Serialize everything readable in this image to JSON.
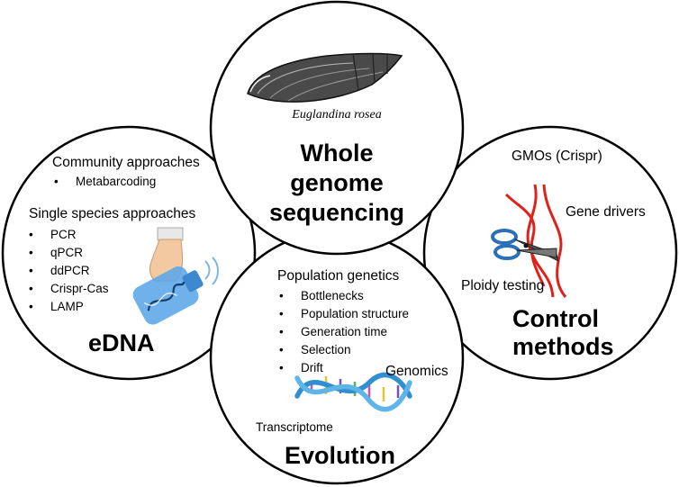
{
  "whole_genome": {
    "species_caption": "Euglandina rosea",
    "title_line1": "Whole",
    "title_line2": "genome",
    "title_line3": "sequencing"
  },
  "edna": {
    "community_heading": "Community approaches",
    "community_items": [
      "Metabarcoding"
    ],
    "single_heading": "Single species approaches",
    "single_items": [
      "PCR",
      "qPCR",
      "ddPCR",
      "Crispr-Cas",
      "LAMP"
    ],
    "title": "eDNA"
  },
  "evolution": {
    "pop_heading": "Population genetics",
    "pop_items": [
      "Bottlenecks",
      "Population structure",
      "Generation time",
      "Selection",
      "Drift"
    ],
    "genomics_label": "Genomics",
    "transcriptome_label": "Transcriptome",
    "title": "Evolution"
  },
  "control": {
    "gmo_label": "GMOs (Crispr)",
    "gene_drivers_label": "Gene drivers",
    "ploidy_label": "Ploidy testing",
    "title_line1": "Control",
    "title_line2": "methods"
  },
  "colors": {
    "circle_stroke": "#000000",
    "dna_red": "#e0201b",
    "dna_blue": "#2f8fd0",
    "bottle_blue": "#5aa6e8",
    "hand_skin": "#f2c9a0"
  }
}
